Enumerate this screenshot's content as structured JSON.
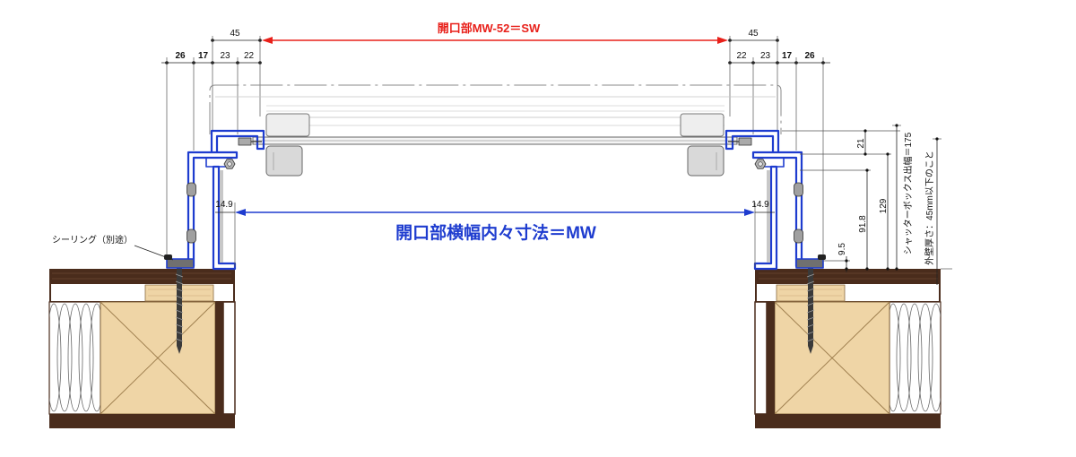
{
  "title": {
    "opening_sw": "開口部MW-52＝SW",
    "opening_mw": "開口部横幅内々寸法＝MW"
  },
  "labels": {
    "sealing": "シーリング（別途）",
    "box_projection": "シャッターボックス出幅＝175",
    "wall_thickness": "外壁厚さ：45mm以下のこと"
  },
  "dimensions": {
    "top_left": "45",
    "top_right": "45",
    "row_left": [
      "26",
      "17",
      "23",
      "22"
    ],
    "row_right": [
      "22",
      "23",
      "17",
      "26"
    ],
    "inner_left": "14.9",
    "inner_right": "14.9",
    "height_21": "21",
    "height_129": "129",
    "height_91_8": "91.8",
    "height_9_5": "9.5"
  },
  "colors": {
    "opening_sw": "#e8201a",
    "opening_mw": "#1e3ccf",
    "frame": "#1e3ccf",
    "wall": "#4a2c1c",
    "wood": "#efd5a6"
  }
}
